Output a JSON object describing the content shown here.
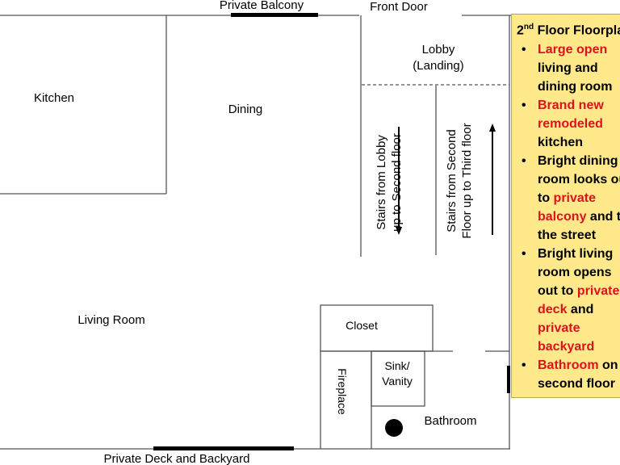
{
  "labels": {
    "private_balcony": "Private Balcony",
    "front_door": "Front Door",
    "kitchen": "Kitchen",
    "dining": "Dining",
    "lobby_line1": "Lobby",
    "lobby_line2": "(Landing)",
    "stairs_lobby_line1": "Stairs from Lobby",
    "stairs_lobby_line2": "up to Second floor",
    "stairs_second_line1": "Stairs from Second",
    "stairs_second_line2": "Floor up to Third floor",
    "living_room": "Living Room",
    "closet": "Closet",
    "fireplace": "Fireplace",
    "sink_line1": "Sink/",
    "sink_line2": "Vanity",
    "bathroom": "Bathroom",
    "private_deck": "Private Deck and Backyard"
  },
  "panel": {
    "title_prefix": "2",
    "title_sup": "nd",
    "title_rest": " Floor Floorplan",
    "bullets": [
      [
        [
          "Large open",
          true
        ],
        [
          "living and",
          false
        ],
        [
          "dining room",
          false
        ]
      ],
      [
        [
          "Brand new",
          true
        ],
        [
          "remodeled",
          true
        ],
        [
          "kitchen",
          false
        ]
      ],
      [
        [
          "Bright dining",
          false
        ],
        [
          "room looks out",
          false
        ],
        [
          "to |private",
          false
        ],
        [
          "balcony| and to",
          false
        ],
        [
          "the street",
          false
        ]
      ],
      [
        [
          "Bright living",
          false
        ],
        [
          "room opens",
          false
        ],
        [
          "out to |private",
          false
        ],
        [
          "deck| and",
          false
        ],
        [
          "private",
          true
        ],
        [
          "backyard",
          true
        ]
      ],
      [
        [
          "Bathroom| on",
          false
        ],
        [
          "second floor",
          false
        ]
      ]
    ]
  },
  "colors": {
    "panel_bg": "#ffe98a",
    "highlight_red": "#e0101e"
  }
}
